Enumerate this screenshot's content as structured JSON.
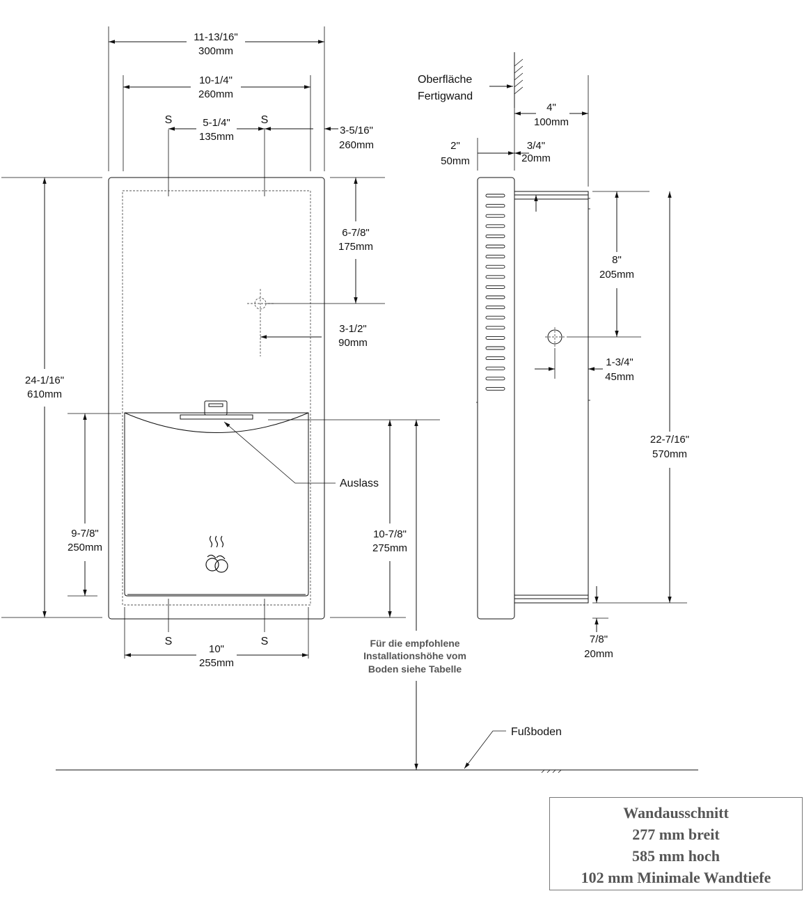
{
  "front_view": {
    "overall_width": [
      "11-13/16\"",
      "300mm"
    ],
    "inner_width": [
      "10-1/4\"",
      "260mm"
    ],
    "stud_spacing": [
      "5-1/4\"",
      "135mm"
    ],
    "right_offset": [
      "3-5/16\"",
      "260mm"
    ],
    "overall_height": [
      "24-1/16\"",
      "610mm"
    ],
    "top_to_center": [
      "6-7/8\"",
      "175mm"
    ],
    "center_offset": [
      "3-1/2\"",
      "90mm"
    ],
    "lower_height": [
      "9-7/8\"",
      "250mm"
    ],
    "outlet_height": [
      "10-7/8\"",
      "275mm"
    ],
    "bottom_width": [
      "10\"",
      "255mm"
    ],
    "stud_marker": "S",
    "outlet_label": "Auslass"
  },
  "side_view": {
    "wall_label": [
      "Oberfläche",
      "Fertigwand"
    ],
    "depth": [
      "4\"",
      "100mm"
    ],
    "front_protrusion": [
      "2\"",
      "50mm"
    ],
    "flange": [
      "3/4\"",
      "20mm"
    ],
    "top_to_hole": [
      "8\"",
      "205mm"
    ],
    "hole_offset": [
      "1-3/4\"",
      "45mm"
    ],
    "box_height": [
      "22-7/16\"",
      "570mm"
    ],
    "bottom_flange": [
      "7/8\"",
      "20mm"
    ]
  },
  "install_note": [
    "Für die empfohlene",
    "Installationshöhe vom",
    "Boden siehe Tabelle"
  ],
  "floor_label": "Fußboden",
  "cutout_box": {
    "title": "Wandausschnitt",
    "width": "277 mm breit",
    "height": "585 mm hoch",
    "depth": "102 mm Minimale Wandtiefe"
  }
}
